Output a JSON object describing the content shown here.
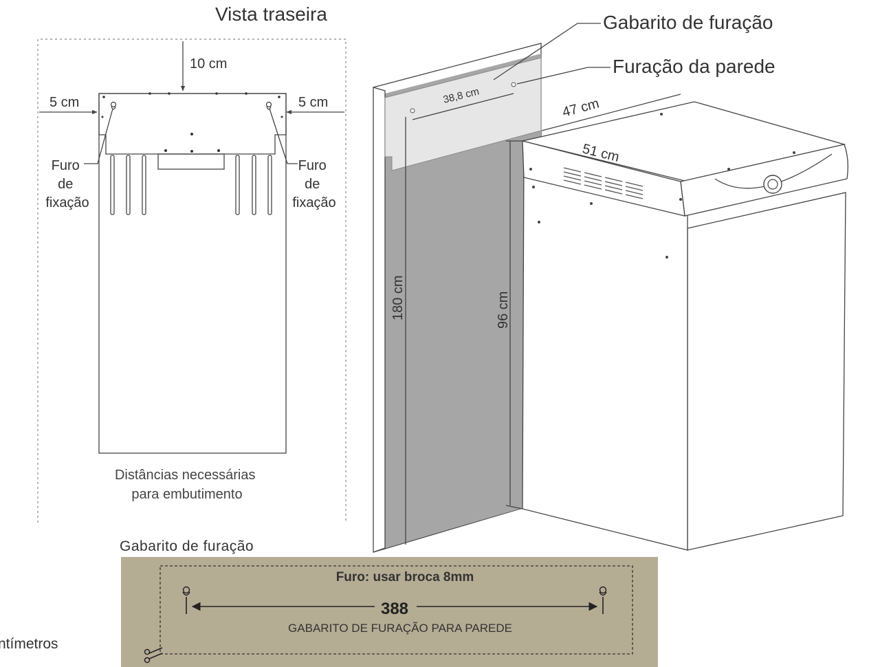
{
  "rear_view": {
    "title": "Vista traseira",
    "dim_top": "10 cm",
    "dim_left": "5 cm",
    "dim_right": "5 cm",
    "hole_label_left": [
      "Furo",
      "de",
      "fixação"
    ],
    "hole_label_right": [
      "Furo",
      "de",
      "fixação"
    ],
    "caption": [
      "Distâncias necessárias",
      "para embutimento"
    ]
  },
  "iso_view": {
    "callout_template": "Gabarito de furação",
    "callout_wall": "Furação da parede",
    "dim_holes": "38,8 cm",
    "dim_depth": "47 cm",
    "dim_width": "51 cm",
    "dim_wall_height": "180 cm",
    "dim_unit_height": "96 cm"
  },
  "template": {
    "heading": "Gabarito de furação",
    "drill_note": "Furo: usar broca 8mm",
    "distance": "388",
    "caption": "GABARITO DE FURAÇÃO PARA PAREDE",
    "background": "#b5ac94"
  },
  "footer": {
    "units_fragment": "ntímetros"
  }
}
